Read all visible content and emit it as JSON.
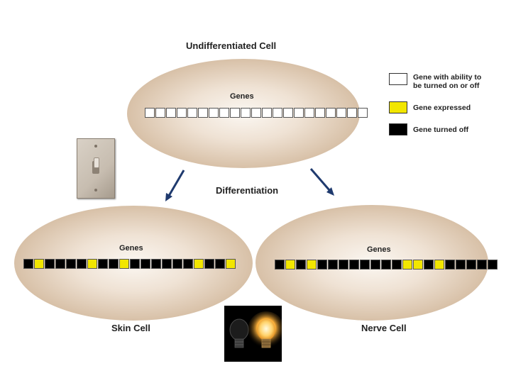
{
  "titles": {
    "undifferentiated": "Undifferentiated Cell",
    "differentiation": "Differentiation",
    "skin": "Skin Cell",
    "nerve": "Nerve Cell"
  },
  "genes_label": "Genes",
  "legend": [
    {
      "state": "open",
      "text": "Gene with ability to\nbe turned on or off",
      "color": "#ffffff"
    },
    {
      "state": "on",
      "text": "Gene expressed",
      "color": "#f2e600"
    },
    {
      "state": "off",
      "text": "Gene turned off",
      "color": "#000000"
    }
  ],
  "rows": {
    "undifferentiated": [
      "open",
      "open",
      "open",
      "open",
      "open",
      "open",
      "open",
      "open",
      "open",
      "open",
      "open",
      "open",
      "open",
      "open",
      "open",
      "open",
      "open",
      "open",
      "open",
      "open",
      "open"
    ],
    "skin": [
      "off",
      "on",
      "off",
      "off",
      "off",
      "off",
      "on",
      "off",
      "off",
      "on",
      "off",
      "off",
      "off",
      "off",
      "off",
      "off",
      "on",
      "off",
      "off",
      "on"
    ],
    "nerve": [
      "off",
      "on",
      "off",
      "on",
      "off",
      "off",
      "off",
      "off",
      "off",
      "off",
      "off",
      "off",
      "on",
      "on",
      "off",
      "on",
      "off",
      "off",
      "off",
      "off",
      "off"
    ]
  },
  "colors": {
    "expressed": "#f2e600",
    "turned_off": "#000000",
    "open": "#ffffff",
    "arrow": "#1f3a6e"
  }
}
